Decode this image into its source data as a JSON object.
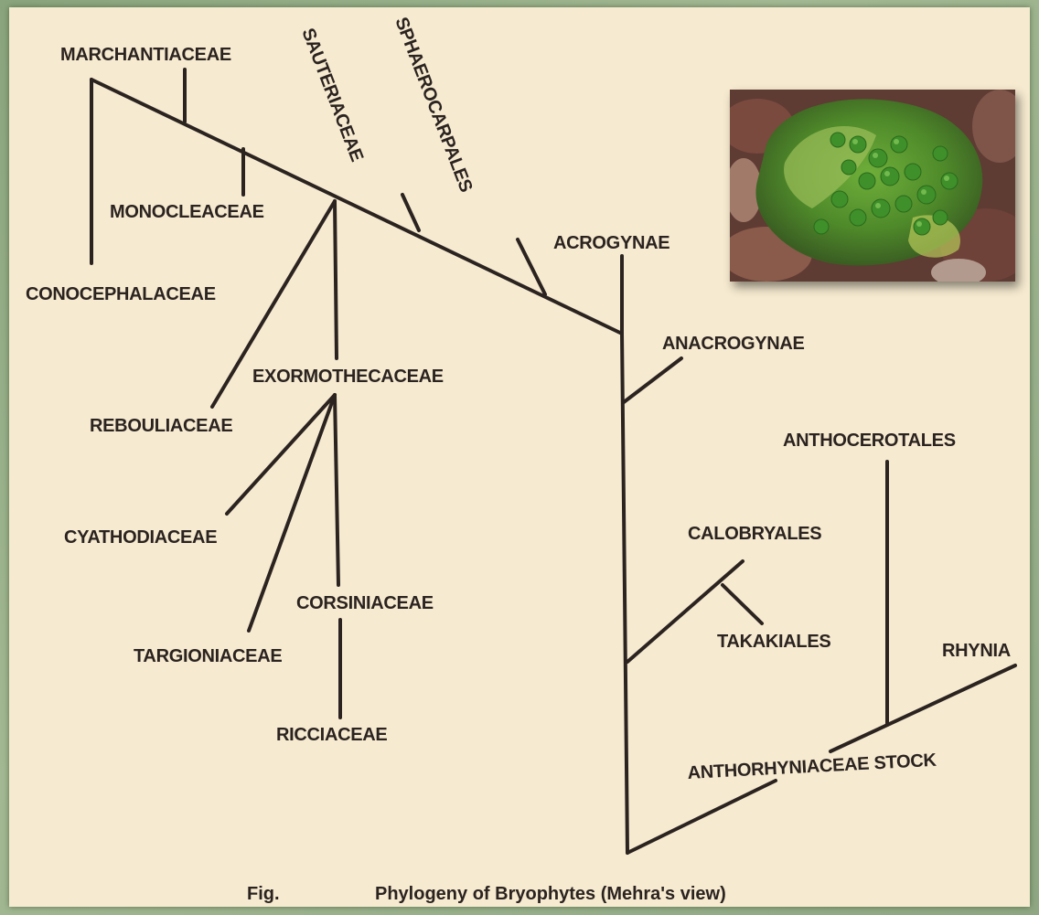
{
  "diagram": {
    "labels": {
      "marchantiaceae": "MARCHANTIACEAE",
      "sauteriaceae": "SAUTERIACEAE",
      "sphaerocarpales": "SPHAEROCARPALES",
      "monocleaceae": "MONOCLEACEAE",
      "conocephalaceae": "CONOCEPHALACEAE",
      "exormothecaceae": "EXORMOTHECACEAE",
      "rebouliaceae": "REBOULIACEAE",
      "cyathodiaceae": "CYATHODIACEAE",
      "corsiniaceae": "CORSINIACEAE",
      "targioniaceae": "TARGIONIACEAE",
      "ricciaceae": "RICCIACEAE",
      "acrogynae": "ACROGYNAE",
      "anacrogynae": "ANACROGYNAE",
      "anthocerotales": "ANTHOCEROTALES",
      "calobryales": "CALOBRYALES",
      "takakiales": "TAKAKIALES",
      "rhynia": "RHYNIA",
      "anthorhyniaceae_stock": "ANTHORHYNIACEAE STOCK"
    },
    "caption": {
      "prefix": "Fig.",
      "text": "Phylogeny of Bryophytes (Mehra's view)"
    }
  },
  "photo": {
    "subject": "moss-photo"
  },
  "colors": {
    "paper": "#f6ead0",
    "ink": "#2b2320",
    "frame": "#8aa57e"
  }
}
